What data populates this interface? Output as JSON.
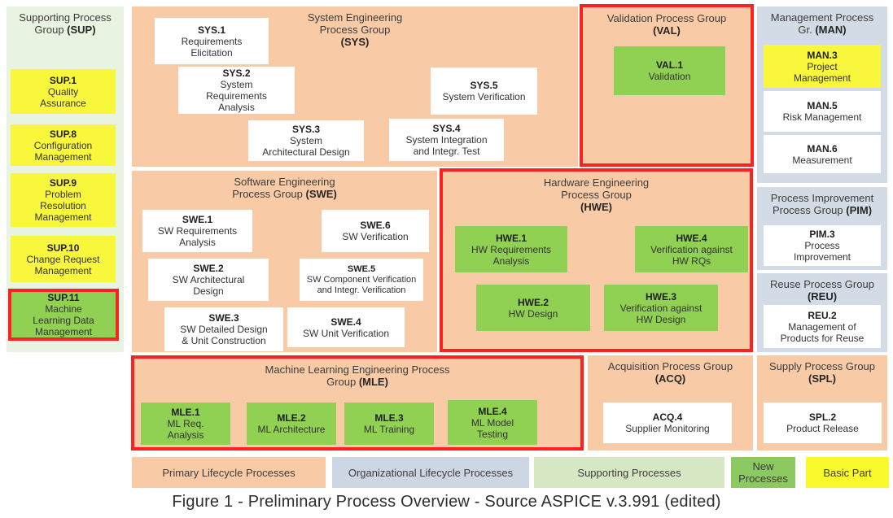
{
  "caption": "Figure 1 - Preliminary Process Overview - Source ASPICE v.3.991 (edited)",
  "colors": {
    "primary_orange": "#F8CBA6",
    "organizational_blue": "#D3DBE7",
    "legend_blue": "#CDD7E4",
    "supporting_green_light": "#E9F3E1",
    "supporting_green_legend": "#D5E8C3",
    "new_green": "#90D053",
    "new_green_legend": "#8CC961",
    "basic_yellow": "#F8F73B",
    "legend_yellow": "#FAF92C",
    "highlight_red": "#FF2020",
    "box_white": "#FFFFFF"
  },
  "groups": {
    "sup": {
      "title_text": "Supporting Process\nGroup ",
      "title_code": "(SUP)",
      "boxes": [
        {
          "code": "SUP.1",
          "name": "Quality\nAssurance"
        },
        {
          "code": "SUP.8",
          "name": "Configuration\nManagement"
        },
        {
          "code": "SUP.9",
          "name": "Problem\nResolution\nManagement"
        },
        {
          "code": "SUP.10",
          "name": "Change Request\nManagement"
        },
        {
          "code": "SUP.11",
          "name": "Machine\nLearning Data\nManagement"
        }
      ]
    },
    "sys": {
      "title_text": "System Engineering\nProcess Group\n",
      "title_code": "(SYS)",
      "boxes": [
        {
          "code": "SYS.1",
          "name": "Requirements\nElicitation"
        },
        {
          "code": "SYS.2",
          "name": "System\nRequirements\nAnalysis"
        },
        {
          "code": "SYS.3",
          "name": "System\nArchitectural Design"
        },
        {
          "code": "SYS.4",
          "name": "System Integration\nand Integr. Test"
        },
        {
          "code": "SYS.5",
          "name": "System Verification"
        }
      ]
    },
    "val": {
      "title_text": "Validation Process Group\n",
      "title_code": "(VAL)",
      "boxes": [
        {
          "code": "VAL.1",
          "name": "Validation"
        }
      ]
    },
    "man": {
      "title_text": "Management Process\nGr. ",
      "title_code": "(MAN)",
      "boxes": [
        {
          "code": "MAN.3",
          "name": "Project\nManagement"
        },
        {
          "code": "MAN.5",
          "name": "Risk Management"
        },
        {
          "code": "MAN.6",
          "name": "Measurement"
        }
      ]
    },
    "pim": {
      "title_text": "Process Improvement\nProcess Group ",
      "title_code": "(PIM)",
      "boxes": [
        {
          "code": "PIM.3",
          "name": "Process\nImprovement"
        }
      ]
    },
    "reu": {
      "title_text": "Reuse Process Group\n",
      "title_code": "(REU)",
      "boxes": [
        {
          "code": "REU.2",
          "name": "Management of\nProducts for Reuse"
        }
      ]
    },
    "swe": {
      "title_text": "Software Engineering\nProcess Group ",
      "title_code": "(SWE)",
      "boxes": [
        {
          "code": "SWE.1",
          "name": "SW Requirements\nAnalysis"
        },
        {
          "code": "SWE.2",
          "name": "SW Architectural\nDesign"
        },
        {
          "code": "SWE.3",
          "name": "SW Detailed Design\n& Unit Construction"
        },
        {
          "code": "SWE.4",
          "name": "SW Unit Verification"
        },
        {
          "code": "SWE.5",
          "name": "SW Component Verification\nand Integr. Verification"
        },
        {
          "code": "SWE.6",
          "name": "SW Verification"
        }
      ]
    },
    "hwe": {
      "title_text": "Hardware Engineering\nProcess Group\n",
      "title_code": "(HWE)",
      "boxes": [
        {
          "code": "HWE.1",
          "name": "HW Requirements\nAnalysis"
        },
        {
          "code": "HWE.2",
          "name": "HW Design"
        },
        {
          "code": "HWE.3",
          "name": "Verification against\nHW Design"
        },
        {
          "code": "HWE.4",
          "name": "Verification against\nHW RQs"
        }
      ]
    },
    "mle": {
      "title_text": "Machine Learning Engineering Process\nGroup ",
      "title_code": "(MLE)",
      "boxes": [
        {
          "code": "MLE.1",
          "name": "ML Req.\nAnalysis"
        },
        {
          "code": "MLE.2",
          "name": "ML Architecture"
        },
        {
          "code": "MLE.3",
          "name": "ML Training"
        },
        {
          "code": "MLE.4",
          "name": "ML Model\nTesting"
        }
      ]
    },
    "acq": {
      "title_text": "Acquisition Process Group\n",
      "title_code": "(ACQ)",
      "boxes": [
        {
          "code": "ACQ.4",
          "name": "Supplier Monitoring"
        }
      ]
    },
    "spl": {
      "title_text": "Supply Process Group\n",
      "title_code": "(SPL)",
      "boxes": [
        {
          "code": "SPL.2",
          "name": "Product Release"
        }
      ]
    }
  },
  "legend": {
    "items": [
      {
        "label": "Primary Lifecycle Processes"
      },
      {
        "label": "Organizational Lifecycle Processes"
      },
      {
        "label": "Supporting Processes"
      },
      {
        "label": "New\nProcesses"
      },
      {
        "label": "Basic Part"
      }
    ]
  }
}
